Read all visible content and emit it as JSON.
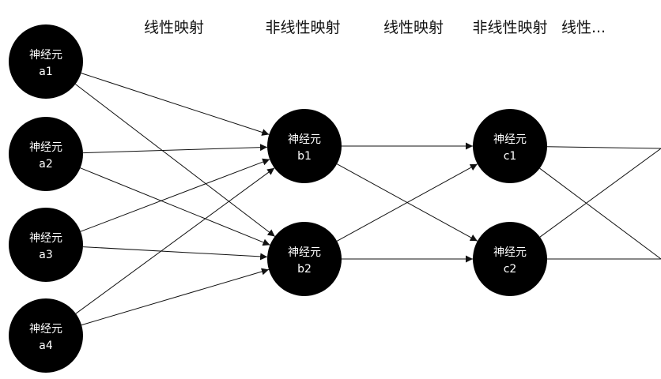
{
  "colors": {
    "background": "#ffffff",
    "neuron_fill": "#000000",
    "neuron_text": "#ffffff",
    "edge": "#111111"
  },
  "labels": [
    {
      "id": "l1",
      "text": "线性映射"
    },
    {
      "id": "l2",
      "text": "非线性映射"
    },
    {
      "id": "l3",
      "text": "线性映射"
    },
    {
      "id": "l4",
      "text": "非线性映射"
    },
    {
      "id": "l5",
      "text": "线性..."
    }
  ],
  "neurons": [
    {
      "id": "a1",
      "title": "神经元",
      "name": "a1"
    },
    {
      "id": "a2",
      "title": "神经元",
      "name": "a2"
    },
    {
      "id": "a3",
      "title": "神经元",
      "name": "a3"
    },
    {
      "id": "a4",
      "title": "神经元",
      "name": "a4"
    },
    {
      "id": "b1",
      "title": "神经元",
      "name": "b1"
    },
    {
      "id": "b2",
      "title": "神经元",
      "name": "b2"
    },
    {
      "id": "c1",
      "title": "神经元",
      "name": "c1"
    },
    {
      "id": "c2",
      "title": "神经元",
      "name": "c2"
    }
  ],
  "edges": [
    {
      "from": "a1",
      "to": "b1"
    },
    {
      "from": "a1",
      "to": "b2"
    },
    {
      "from": "a2",
      "to": "b1"
    },
    {
      "from": "a2",
      "to": "b2"
    },
    {
      "from": "a3",
      "to": "b1"
    },
    {
      "from": "a3",
      "to": "b2"
    },
    {
      "from": "a4",
      "to": "b1"
    },
    {
      "from": "a4",
      "to": "b2"
    },
    {
      "from": "b1",
      "to": "c1"
    },
    {
      "from": "b1",
      "to": "c2"
    },
    {
      "from": "b2",
      "to": "c1"
    },
    {
      "from": "b2",
      "to": "c2"
    },
    {
      "from": "c1",
      "to": "next-top"
    },
    {
      "from": "c1",
      "to": "next-bottom"
    },
    {
      "from": "c2",
      "to": "next-top"
    },
    {
      "from": "c2",
      "to": "next-bottom"
    }
  ]
}
